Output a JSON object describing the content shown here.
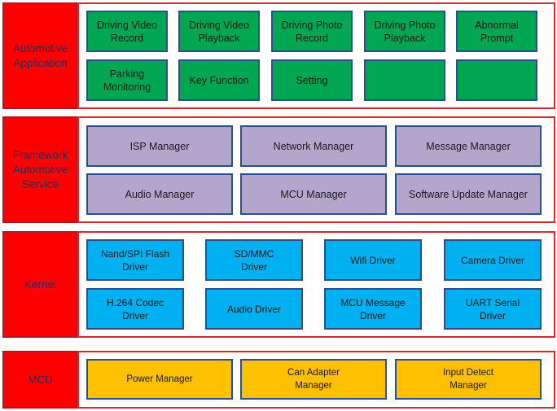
{
  "colors": {
    "label_fill": "#ff0000",
    "border": "#d42c2c",
    "application_module": "#00a651",
    "framework_module": "#b3a6cc",
    "kernel_module": "#00b0f0",
    "mcu_module": "#ffc000"
  },
  "layers": [
    {
      "label": "Automotive\nApplication",
      "modules": [
        "Driving Video\nRecord",
        "Driving Video\nPlayback",
        "Driving Photo\nRecord",
        "Driving Photo\nPlayback",
        "Abnormal\nPrompt",
        "Parking\nMonitoring",
        "Key Function",
        "Setting",
        "",
        ""
      ]
    },
    {
      "label": "Framework\nAutomotive\nService",
      "modules": [
        "ISP Manager",
        "Network Manager",
        "Message Manager",
        "Audio Manager",
        "MCU Manager",
        "Software Update Manager"
      ]
    },
    {
      "label": "Kernel",
      "modules": [
        "Nand/SPI Flash\nDriver",
        "SD/MMC\nDriver",
        "Wifi Driver",
        "Camera Driver",
        "H.264 Codec\nDriver",
        "Audio Driver",
        "MCU Message\nDriver",
        "UART Serial\nDriver"
      ]
    },
    {
      "label": "MCU",
      "modules": [
        "Power Manager",
        "Can Adapter\nManager",
        "Input Detect\nManager"
      ]
    }
  ]
}
